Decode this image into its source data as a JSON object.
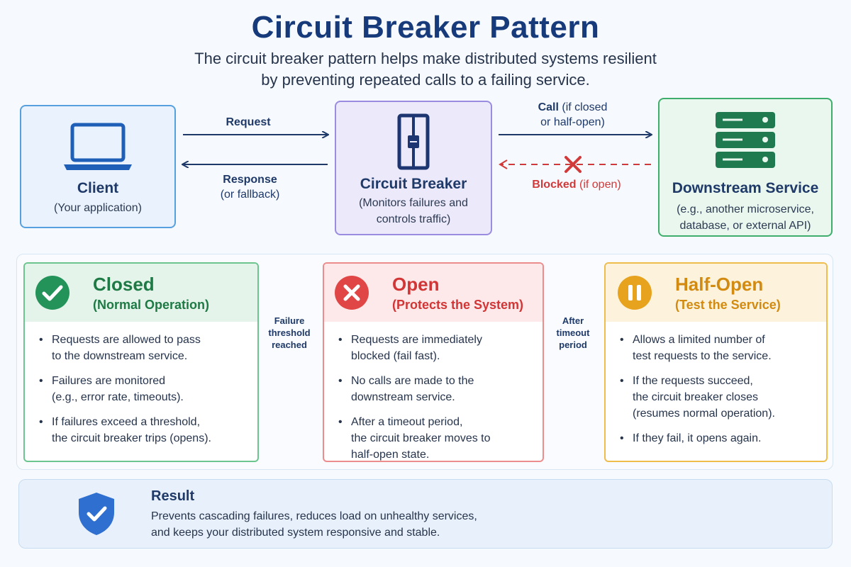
{
  "header": {
    "title": "Circuit Breaker Pattern",
    "subtitle_line1": "The circuit breaker pattern helps make distributed systems resilient",
    "subtitle_line2": "by preventing repeated calls to a failing service."
  },
  "client": {
    "icon": "laptop-icon",
    "title": "Client",
    "subtitle": "(Your application)"
  },
  "circuit_breaker": {
    "icon": "switch-icon",
    "title": "Circuit Breaker",
    "subtitle_line1": "(Monitors failures and",
    "subtitle_line2": "controls traffic)"
  },
  "downstream": {
    "icon": "server-icon",
    "title": "Downstream Service",
    "subtitle_line1": "(e.g., another microservice,",
    "subtitle_line2": "database, or external API)"
  },
  "connectors": {
    "request": "Request",
    "response_line1": "Response",
    "response_line2": "(or fallback)",
    "call_bold": "Call",
    "call_rest": " (if closed",
    "call_line2": "or half-open)",
    "blocked_bold": "Blocked",
    "blocked_rest": " (if open)"
  },
  "transitions": {
    "closed_to_open": [
      "Failure",
      "threshold",
      "reached"
    ],
    "open_to_half": [
      "After",
      "timeout",
      "period"
    ]
  },
  "states": {
    "closed": {
      "icon": "check-circle-icon",
      "name": "Closed",
      "desc": "(Normal Operation)",
      "bullets": [
        [
          "Requests are allowed to pass",
          "to the downstream service."
        ],
        [
          "Failures are monitored",
          "(e.g., error rate, timeouts)."
        ],
        [
          "If failures exceed a threshold,",
          "the circuit breaker trips (opens)."
        ]
      ]
    },
    "open": {
      "icon": "x-circle-icon",
      "name": "Open",
      "desc": "(Protects the System)",
      "bullets": [
        [
          "Requests are immediately",
          "blocked (fail fast)."
        ],
        [
          "No calls are made to the",
          "downstream service."
        ],
        [
          "After a timeout period,",
          "the circuit breaker moves to",
          "half-open state."
        ]
      ]
    },
    "half_open": {
      "icon": "pause-circle-icon",
      "name": "Half-Open",
      "desc": "(Test the Service)",
      "bullets": [
        [
          "Allows a limited number of",
          "test requests to the service."
        ],
        [
          "If the requests succeed,",
          "the circuit breaker closes",
          "(resumes normal operation)."
        ],
        [
          "If they fail, it opens again."
        ]
      ]
    }
  },
  "result": {
    "icon": "shield-check-icon",
    "title": "Result",
    "line1": "Prevents cascading failures, reduces load on unhealthy services,",
    "line2": "and keeps your distributed system responsive and stable."
  },
  "colors": {
    "title": "#173a7a",
    "closed": "#1e7a45",
    "open": "#d23535",
    "half_open": "#d28a10",
    "blocked": "#d23a3a"
  }
}
